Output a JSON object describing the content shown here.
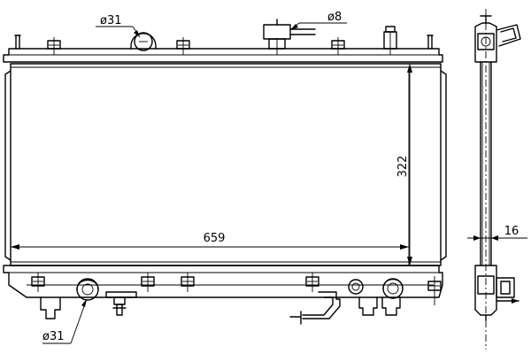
{
  "dimensions": {
    "width": "659",
    "height": "322",
    "thickness": "16",
    "inlet_diameter": "ø31",
    "outlet_diameter": "ø31",
    "drain_diameter": "ø8"
  },
  "colors": {
    "line": "#000000",
    "background": "#ffffff"
  }
}
